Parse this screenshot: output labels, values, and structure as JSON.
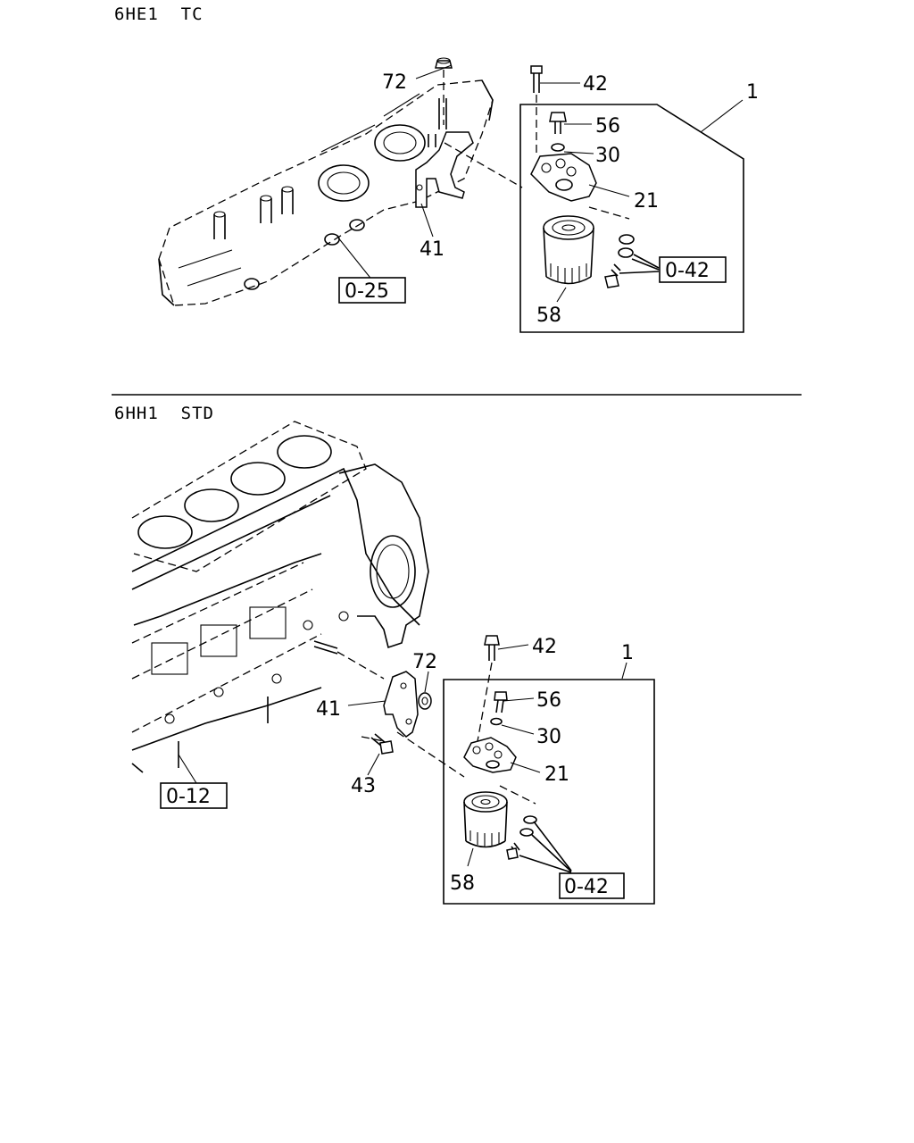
{
  "sections": [
    {
      "title": "6HE1  TC",
      "callouts": [
        "72",
        "42",
        "1",
        "56",
        "30",
        "21",
        "41",
        "58"
      ],
      "refs": [
        "0-25",
        "0-42"
      ]
    },
    {
      "title": "6HH1  STD",
      "callouts": [
        "42",
        "1",
        "72",
        "56",
        "41",
        "30",
        "21",
        "43",
        "58"
      ],
      "refs": [
        "0-12",
        "0-42"
      ]
    }
  ]
}
